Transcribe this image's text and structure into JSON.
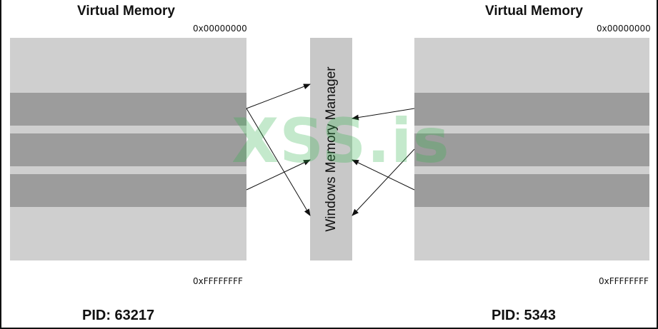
{
  "left": {
    "title": "Virtual Memory",
    "addr_start": "0x00000000",
    "addr_end": "0xFFFFFFFF",
    "pid_label": "PID: 63217"
  },
  "right": {
    "title": "Virtual Memory",
    "addr_start": "0x00000000",
    "addr_end": "0xFFFFFFFF",
    "pid_label": "PID: 5343"
  },
  "manager": {
    "label": "Windows Memory Manager"
  },
  "watermark": "XSS.is",
  "colors": {
    "panel": "#cfcfcf",
    "band": "#9c9c9c",
    "manager": "#c8c8c8",
    "watermark": "#2fb34a"
  }
}
